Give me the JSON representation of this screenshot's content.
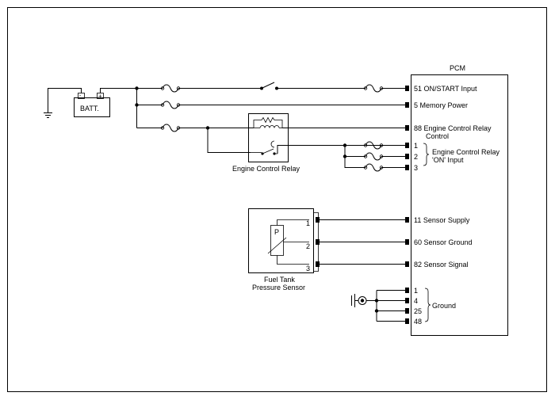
{
  "pcm": {
    "title": "PCM",
    "pins": {
      "on_start": "51 ON/START Input",
      "memory_power": "5 Memory Power",
      "ecr_control_1": "88 Engine Control Relay",
      "ecr_control_2": "Control",
      "on_input_1": "1",
      "on_input_2": "2",
      "on_input_3": "3",
      "sensor_supply": "11 Sensor Supply",
      "sensor_ground": "60 Sensor Ground",
      "sensor_signal": "82 Sensor Signal",
      "ground_1": "1",
      "ground_4": "4",
      "ground_25": "25",
      "ground_48": "48"
    },
    "group_labels": {
      "on_input_1": "Engine Control Relay",
      "on_input_2": "'ON' Input",
      "ground": "Ground"
    }
  },
  "battery": {
    "label": "BATT.",
    "neg": "-",
    "pos": "+"
  },
  "relay": {
    "label": "Engine Control Relay"
  },
  "sensor": {
    "label_1": "Fuel Tank",
    "label_2": "Pressure Sensor",
    "symbol": "P",
    "pin1": "1",
    "pin2": "2",
    "pin3": "3"
  }
}
